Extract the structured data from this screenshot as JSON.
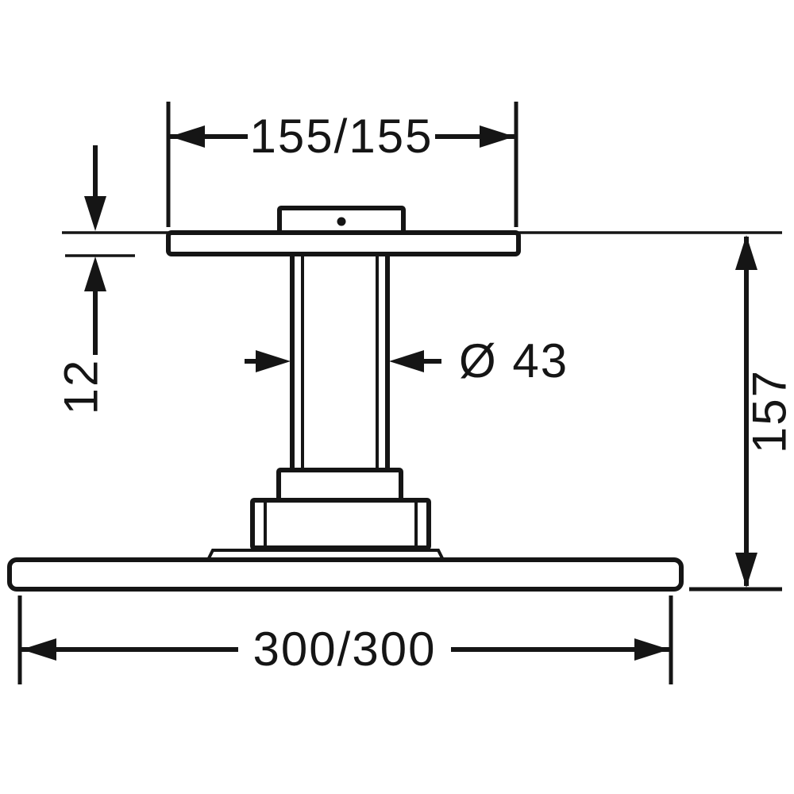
{
  "drawing": {
    "type": "technical-dimension-diagram",
    "subject": "ceiling-mounted overhead shower, side elevation with installation dimensions",
    "labels": {
      "top_width": "155/155",
      "plate_offset": "12",
      "pipe_diameter": "Ø 43",
      "installation_height": "157",
      "head_size": "300/300"
    },
    "colors": {
      "line": "#151515",
      "background": "#ffffff"
    }
  }
}
